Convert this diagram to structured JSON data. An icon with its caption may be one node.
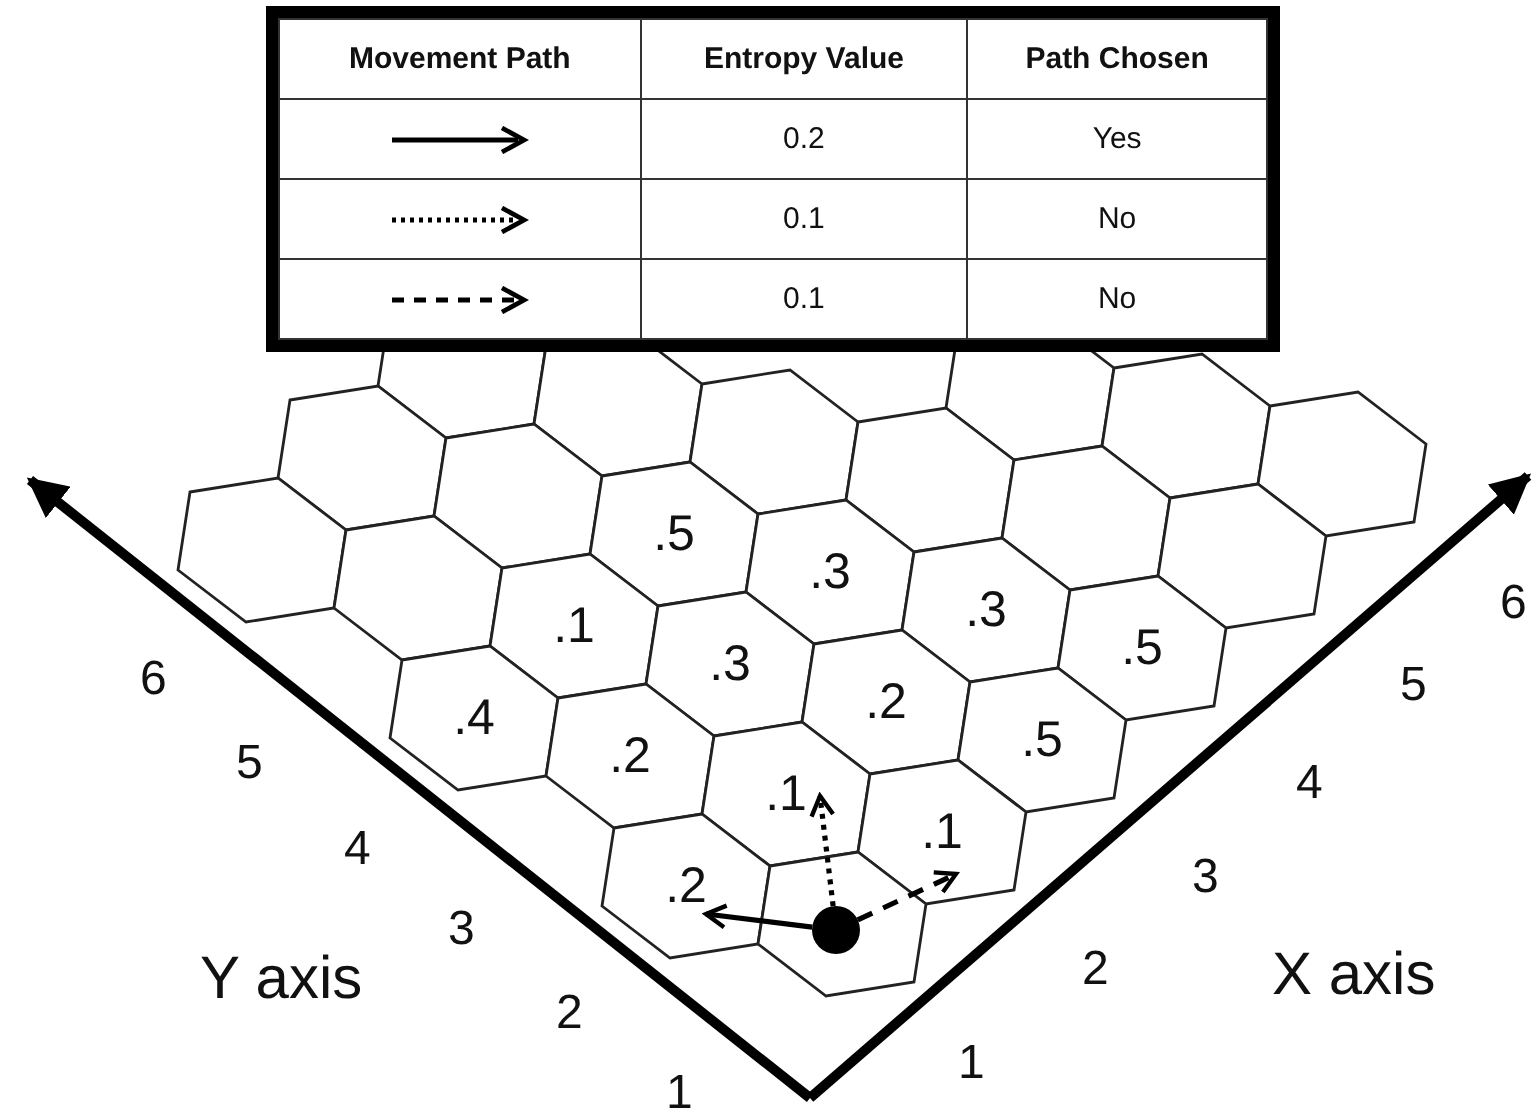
{
  "diagram": {
    "nodes": [
      {
        "text": [],
        "shape": "hexagon"
      },
      {
        "text": [],
        "shape": "hexagon"
      },
      {
        "text": [],
        "shape": "hexagon"
      },
      {
        "text": [],
        "shape": "hexagon"
      },
      {
        "text": [],
        "shape": "hexagon"
      },
      {
        "text": [],
        "shape": "hexagon"
      },
      {
        "text": [],
        "shape": "hexagon"
      },
      {
        "text": [],
        "shape": "hexagon"
      },
      {
        "text": [],
        "shape": "hexagon"
      },
      {
        "text": [],
        "shape": "hexagon"
      },
      {
        "text": [
          ".5"
        ]
      },
      {
        "text": [],
        "shape": "hexagon"
      },
      {
        "text": [],
        "shape": "hexagon"
      },
      {
        "text": [
          ".3"
        ]
      },
      {
        "text": [],
        "shape": "hexagon"
      },
      {
        "text": [
          ".3"
        ]
      },
      {
        "text": [
          ".1"
        ]
      },
      {
        "text": [
          ".5"
        ]
      },
      {
        "text": [
          ".3"
        ]
      },
      {
        "text": [
          ".2"
        ]
      },
      {
        "text": [
          ".4"
        ]
      },
      {
        "text": [
          ".5"
        ]
      },
      {
        "text": [
          ".2"
        ]
      },
      {
        "text": [
          ".1"
        ]
      },
      {
        "text": [
          ".1"
        ]
      },
      {
        "text": [
          ".2"
        ]
      },
      {
        "text": [],
        "shape": "hexagon"
      },
      {
        "text": [],
        "shape": "circle",
        "in": 26
      }
    ],
    "edges": [
      {
        "from": 27,
        "to": 25,
        "arrow": "to"
      },
      {
        "from": 27,
        "to": 23,
        "arrow": "to",
        "style": "dashed"
      },
      {
        "from": 27,
        "to": 24,
        "arrow": "to",
        "style": "dashed"
      }
    ],
    "labels": [
      "Movement Path",
      "Entropy Value",
      "Path Chosen",
      "0.2",
      "Yes",
      "0.1",
      "No",
      "0.1",
      "No",
      "6",
      "5",
      "4",
      "3",
      "2",
      "1",
      "6",
      "5",
      "4",
      "3",
      "2",
      "1",
      "Y axis",
      "X axis"
    ]
  }
}
